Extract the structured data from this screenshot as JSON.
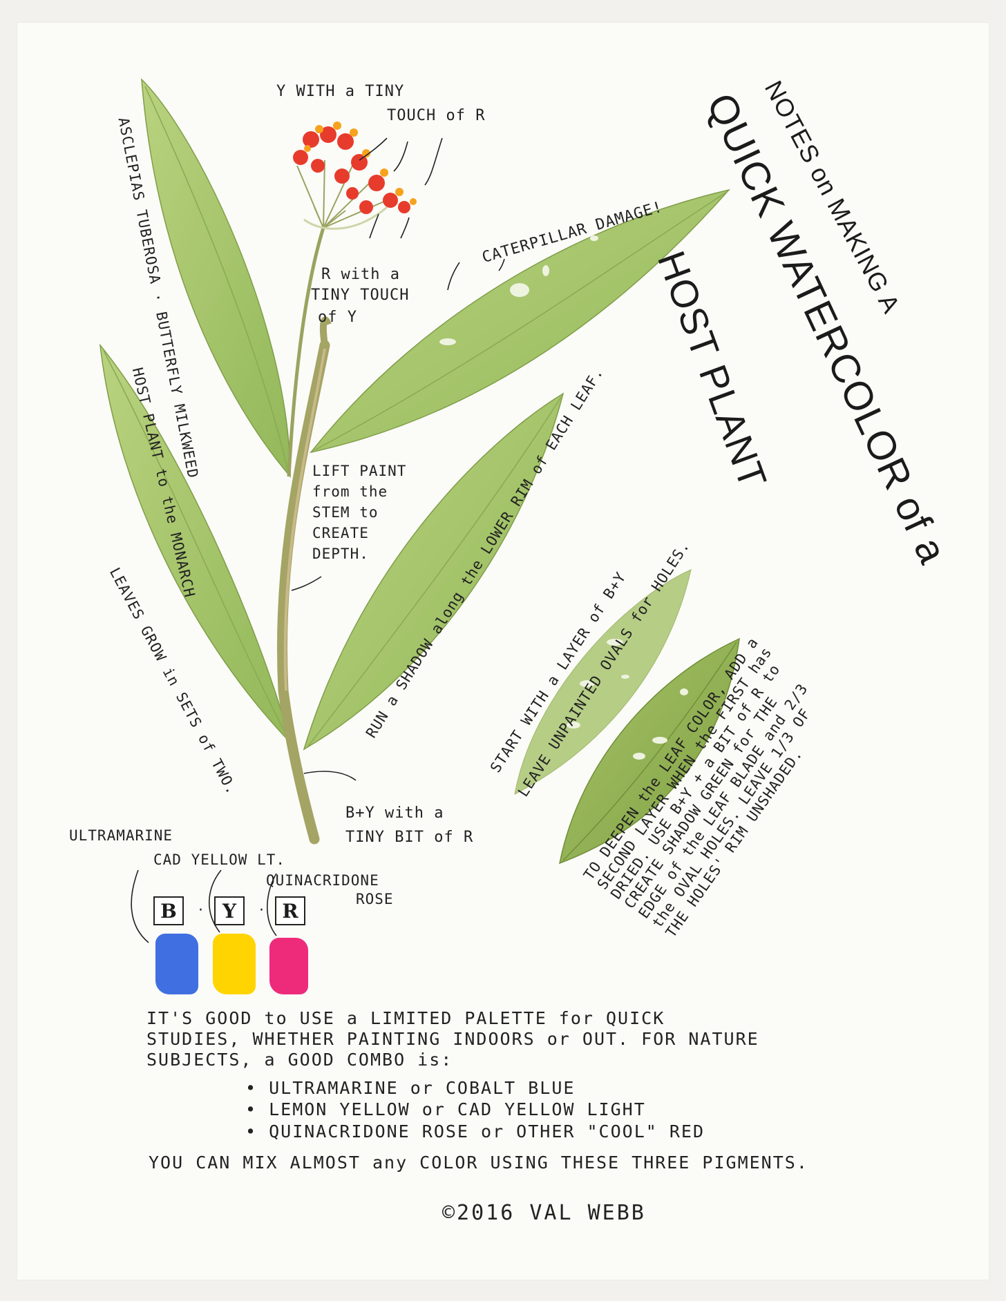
{
  "title": {
    "line1": "NOTES on MAKING A",
    "line2": "QUICK WATERCOLOR of a",
    "line3": "HOST PLANT"
  },
  "plant_labels": {
    "species": "ASCLEPIAS TUBEROSA · BUTTERFLY MILKWEED",
    "host": "HOST PLANT to the MONARCH",
    "leaves": "LEAVES GROW in SETS of TWO.",
    "flower_top": "Y WITH a TINY",
    "flower_top2": "TOUCH of R",
    "flower_bottom1": "R with a",
    "flower_bottom2": "TINY TOUCH",
    "flower_bottom3": "of Y",
    "caterpillar": "CATERPILLAR DAMAGE!",
    "lift1": "LIFT PAINT",
    "lift2": "from the",
    "lift3": "STEM to",
    "lift4": "CREATE",
    "lift5": "DEPTH.",
    "shadow": "RUN a SHADOW along the LOWER RIM of EACH LEAF.",
    "stem1": "B+Y with a",
    "stem2": "TINY BIT of R"
  },
  "leaf_notes": {
    "start": "START WITH a LAYER of B+Y",
    "leave": "LEAVE UNPAINTED OVALS for HOLES.",
    "deepen": [
      "TO DEEPEN the LEAF COLOR, ADD a",
      "SECOND LAYER WHEN the FIRST has",
      "DRIED. USE B+Y + a BIT of R to",
      "CREATE SHADOW GREEN for THE",
      "EDGE of the LEAF BLADE and 2/3",
      "the OVAL HOLES. LEAVE 1/3 OF",
      "THE HOLES' RIM UNSHADED."
    ]
  },
  "palette": {
    "ultramarine": "ULTRAMARINE",
    "cad_yellow": "CAD YELLOW LT.",
    "quin1": "QUINACRIDONE",
    "quin2": "ROSE",
    "b": "B",
    "y": "Y",
    "r": "R",
    "sep": "·",
    "colors": {
      "blue": "#3f6fe0",
      "yellow": "#ffd400",
      "rose": "#ee2a7b"
    }
  },
  "body": {
    "paragraph": "IT'S GOOD to USE a LIMITED PALETTE for QUICK STUDIES, WHETHER PAINTING INDOORS or OUT. FOR NATURE SUBJECTS, a GOOD COMBO is:",
    "bullets": [
      "• ULTRAMARINE or COBALT BLUE",
      "• LEMON YELLOW or CAD YELLOW LIGHT",
      "• QUINACRIDONE ROSE or OTHER \"COOL\" RED"
    ],
    "closing": "YOU CAN MIX ALMOST any COLOR USING THESE THREE PIGMENTS.",
    "copyright": "©2016 VAL WEBB"
  }
}
